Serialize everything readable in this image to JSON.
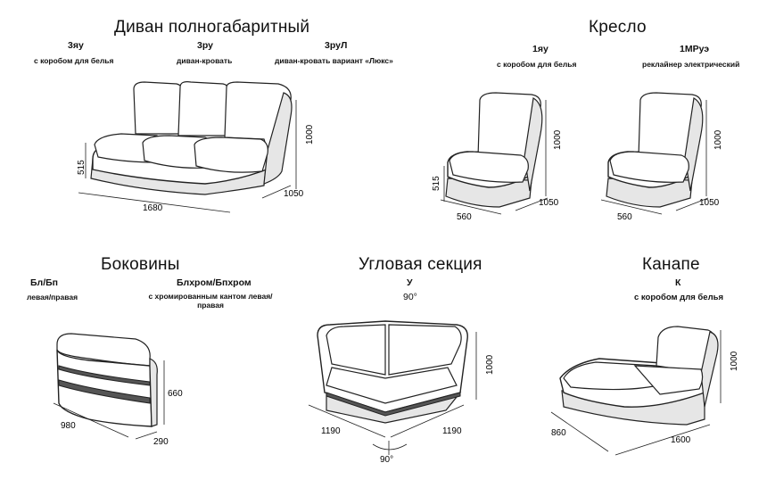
{
  "sections": {
    "sofa": {
      "title": "Диван полногабаритный",
      "variants": [
        {
          "code": "3яу",
          "desc": "с коробом для белья"
        },
        {
          "code": "3ру",
          "desc": "диван-кровать"
        },
        {
          "code": "3руЛ",
          "desc": "диван-кровать вариант «Люкс»"
        }
      ],
      "dims": {
        "length": "1680",
        "depth": "1050",
        "height": "1000",
        "seat_height": "515"
      }
    },
    "armchair": {
      "title": "Кресло",
      "variants": [
        {
          "code": "1яу",
          "desc": "с коробом для белья"
        },
        {
          "code": "1МРуэ",
          "desc": "реклайнер электрический"
        }
      ],
      "dims_a": {
        "width": "560",
        "depth": "1050",
        "height": "1000",
        "seat_height": "515"
      },
      "dims_b": {
        "width": "560",
        "depth": "1050",
        "height": "1000"
      }
    },
    "sides": {
      "title": "Боковины",
      "variants": [
        {
          "code": "Бл/Бп",
          "desc": "левая/правая"
        },
        {
          "code": "Блхром/Бпхром",
          "desc": "с хромированным кантом левая/ правая"
        }
      ],
      "dims": {
        "length": "980",
        "width": "290",
        "height": "660"
      }
    },
    "corner": {
      "title": "Угловая секция",
      "code": "У",
      "angle_label": "90°",
      "dims": {
        "left": "1190",
        "right": "1190",
        "height": "1000",
        "angle": "90°"
      }
    },
    "canape": {
      "title": "Канапе",
      "code": "К",
      "desc": "с коробом для белья",
      "dims": {
        "depth": "860",
        "length": "1600",
        "height": "1000"
      }
    }
  }
}
